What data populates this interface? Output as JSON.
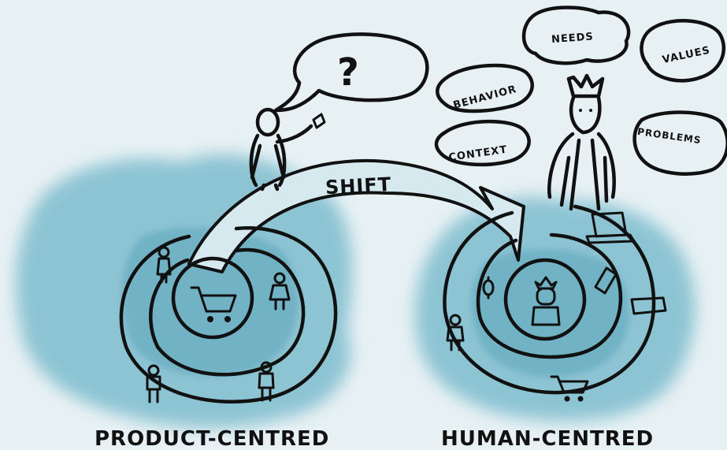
{
  "diagram": {
    "shift_label": "SHIFT",
    "question_mark": "?",
    "left_caption": "PRODUCT-CENTRED",
    "right_caption": "HUMAN-CENTRED",
    "clouds": {
      "needs": "NEEDS",
      "values": "VALUES",
      "behavior": "BEHAVIOR",
      "context": "CONTEXT",
      "problems": "PROBLEMS"
    },
    "colors": {
      "background": "#e7f1f4",
      "watercolor": "#6fb5c8",
      "ink": "#111111",
      "arrow_fill": "#d6e9ee"
    },
    "icons": {
      "left_center": "shopping-cart-icon",
      "right_center": "crowned-person-icon",
      "speaker": "person-with-microphone-icon"
    }
  }
}
